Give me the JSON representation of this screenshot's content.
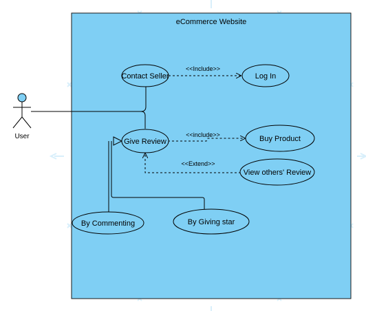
{
  "diagram": {
    "title": "eCommerce Website",
    "actor": {
      "label": "User"
    },
    "use_cases": {
      "contact_seller": "Contact Seller",
      "log_in": "Log In",
      "give_review": "Give Review",
      "buy_product": "Buy Product",
      "view_reviews": "View others' Review",
      "by_commenting": "By Commenting",
      "by_giving_star": "By Giving star"
    },
    "relations": {
      "include_1": "<<Include>>",
      "include_2": "<<include>>",
      "extend": "<<Extend>>"
    },
    "colors": {
      "system_fill": "#7fcff4",
      "actor_head": "#7fcff4",
      "use_case_fill": "#7fcff4",
      "guide_marks": "#d8effb"
    }
  }
}
